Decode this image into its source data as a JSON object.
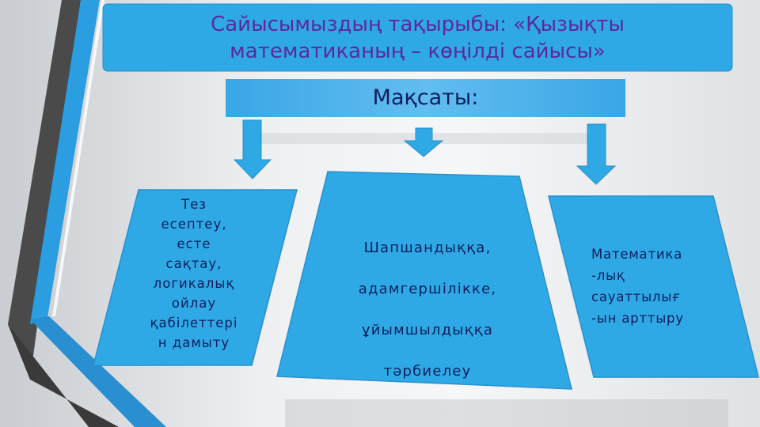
{
  "title": {
    "lines": [
      "Сайысымыздың тақырыбы: «Қызықты",
      "математиканың – көңілді сайысы»"
    ]
  },
  "goal_heading": "Мақсаты:",
  "goals": [
    {
      "lines": [
        "Тез",
        "есептеу,",
        "есте",
        "сақтау,",
        "логикалық",
        "ойлау",
        "қабілеттері",
        "н дамыту"
      ]
    },
    {
      "lines": [
        "Шапшандыққа,",
        "адамгершілікке,",
        "ұйымшылдыққа",
        "тәрбиелеу"
      ]
    },
    {
      "lines": [
        "Математика",
        "-лық",
        "сауаттылығ",
        "-ын арттыру"
      ]
    }
  ],
  "colors": {
    "shape_fill": "#2fa9e6",
    "title_text": "#5a2a9c",
    "body_text": "#0d1f5c",
    "frame_dark": "#4a4a4a"
  }
}
